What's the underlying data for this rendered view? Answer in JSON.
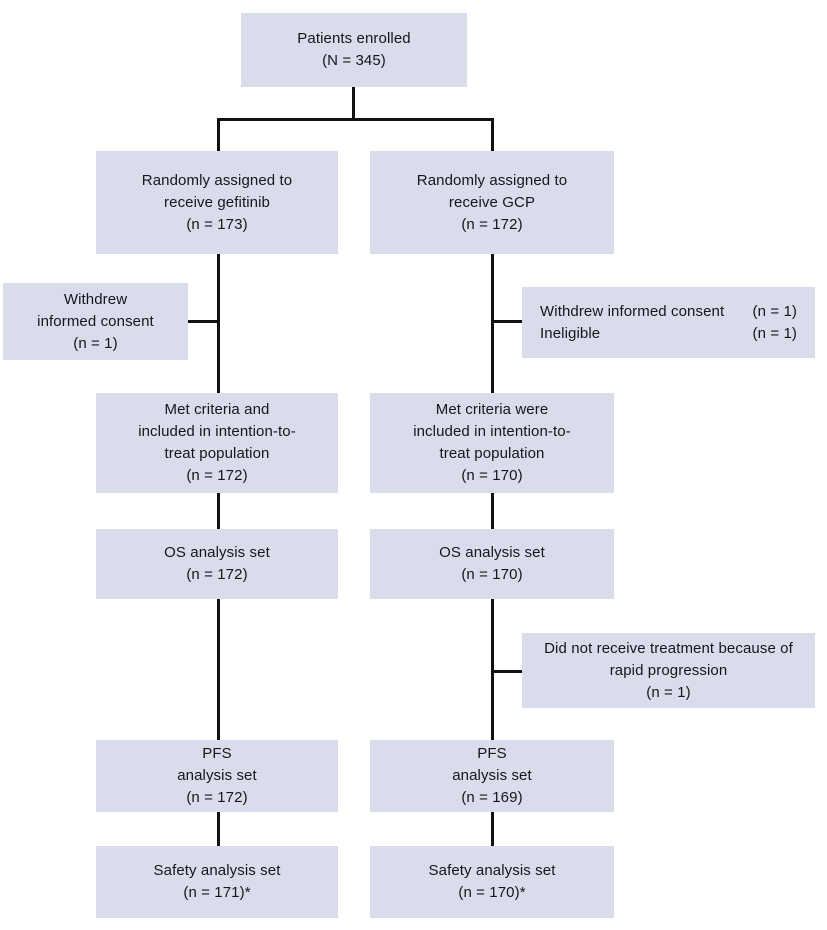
{
  "diagram": {
    "type": "consort-flow",
    "colors": {
      "background": "#ffffff",
      "box_fill": "#d9dcea",
      "line": "#111111",
      "text": "#16161e"
    },
    "boxes": {
      "enrolled": {
        "lines": [
          "Patients enrolled",
          "(N = 345)"
        ]
      },
      "arm_gefitinib": {
        "lines": [
          "Randomly assigned to",
          "receive gefitinib",
          "(n = 173)"
        ]
      },
      "arm_gcp": {
        "lines": [
          "Randomly assigned to",
          "receive GCP",
          "(n = 172)"
        ]
      },
      "withdrew_left": {
        "lines": [
          "Withdrew",
          "informed consent",
          "(n = 1)"
        ]
      },
      "exclusions_right": {
        "rows": [
          {
            "label": "Withdrew informed consent",
            "value": "(n = 1)"
          },
          {
            "label": "Ineligible",
            "value": "(n = 1)"
          }
        ]
      },
      "itt_left": {
        "lines": [
          "Met criteria and",
          "included in intention-to-",
          "treat population",
          "(n = 172)"
        ]
      },
      "itt_right": {
        "lines": [
          "Met criteria were",
          "included in intention-to-",
          "treat population",
          "(n = 170)"
        ]
      },
      "os_left": {
        "lines": [
          "OS analysis set",
          "(n = 172)"
        ]
      },
      "os_right": {
        "lines": [
          "OS analysis set",
          "(n = 170)"
        ]
      },
      "no_treatment_right": {
        "lines": [
          "Did not receive treatment because of",
          "rapid progression",
          "(n = 1)"
        ]
      },
      "pfs_left": {
        "lines": [
          "PFS",
          "analysis set",
          "(n = 172)"
        ]
      },
      "pfs_right": {
        "lines": [
          "PFS",
          "analysis set",
          "(n = 169)"
        ]
      },
      "safety_left": {
        "lines": [
          "Safety analysis set",
          "(n = 171)*"
        ]
      },
      "safety_right": {
        "lines": [
          "Safety analysis set",
          "(n = 170)*"
        ]
      }
    }
  }
}
